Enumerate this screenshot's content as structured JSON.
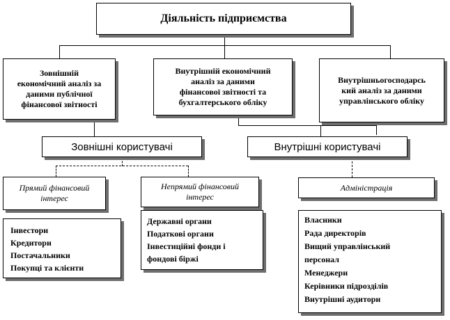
{
  "top": {
    "title": "Діяльність підприємства"
  },
  "analysis": [
    {
      "lines": [
        "Зовнішній",
        "економічний аналіз за",
        "даними публічної",
        "фінансової звітності"
      ]
    },
    {
      "lines": [
        "Внутрішній  економічний",
        "аналіз за даними",
        "фінансової звітності та",
        "бухгалтерського  обліку"
      ]
    },
    {
      "lines": [
        "Внутрішньогосподарсь",
        "кий аналіз за даними",
        "управлінського обліку"
      ]
    }
  ],
  "users": {
    "external": "Зовнішні користувачі",
    "internal": "Внутрішні користувачі"
  },
  "interest": {
    "direct": {
      "lines": [
        "Прямий фінансовий",
        "інтерес"
      ]
    },
    "indirect": {
      "lines": [
        "Непрямий фінансовий",
        "інтерес"
      ]
    },
    "admin": {
      "lines": [
        "Адміністрація"
      ]
    }
  },
  "lists": {
    "direct": [
      "Інвестори",
      "Кредитори",
      "Постачальники",
      "Покупці  та клієнти"
    ],
    "indirect": [
      "Державні органи",
      "Податкові органи",
      "Інвестиційні фонди і",
      "фондові біржі"
    ],
    "admin": [
      "Власники",
      "Рада директорів",
      "Вищий управлінський",
      "персонал",
      "Менеджери",
      "Керівники підрозділів",
      "Внутрішні  аудитори"
    ]
  }
}
